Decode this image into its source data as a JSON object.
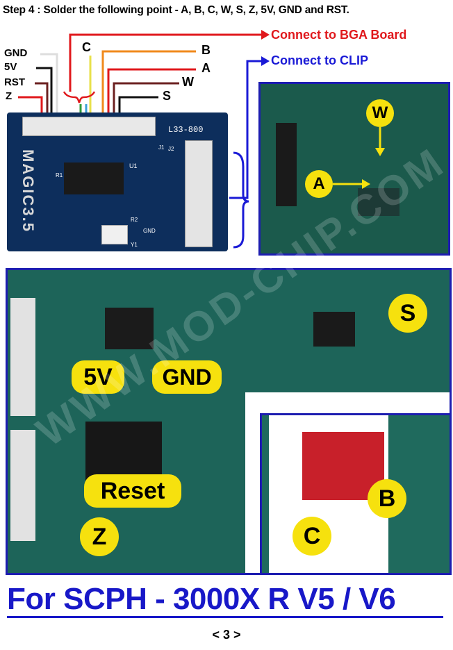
{
  "step": "Step 4 : Solder the following point - A, B, C, W, S, Z, 5V, GND and RST.",
  "connections": {
    "bga": "Connect to BGA Board",
    "clip": "Connect to CLIP"
  },
  "pins_left": [
    "GND",
    "5V",
    "RST",
    "Z"
  ],
  "pin_c": "C",
  "pins_right": [
    "B",
    "A",
    "W",
    "S"
  ],
  "board": {
    "model": "L33-800",
    "brand": "MAGIC3.5",
    "j1": "J1",
    "j2": "J2",
    "u1": "U1",
    "r1": "R1",
    "r2": "R2",
    "y1": "Y1",
    "gnd": "GND"
  },
  "clip_markers": [
    "W",
    "A"
  ],
  "main_markers": {
    "s": "S",
    "v5": "5V",
    "gnd": "GND",
    "reset": "Reset",
    "z": "Z"
  },
  "inset_markers": {
    "b": "B",
    "c": "C"
  },
  "watermark": "WWW.MOD-CHIP.COM",
  "title": "For SCPH - 3000X R V5 / V6",
  "page_number": "< 3 >",
  "colors": {
    "red": "#e0181c",
    "blue": "#1a1ad6",
    "marker": "#f6e10e"
  }
}
